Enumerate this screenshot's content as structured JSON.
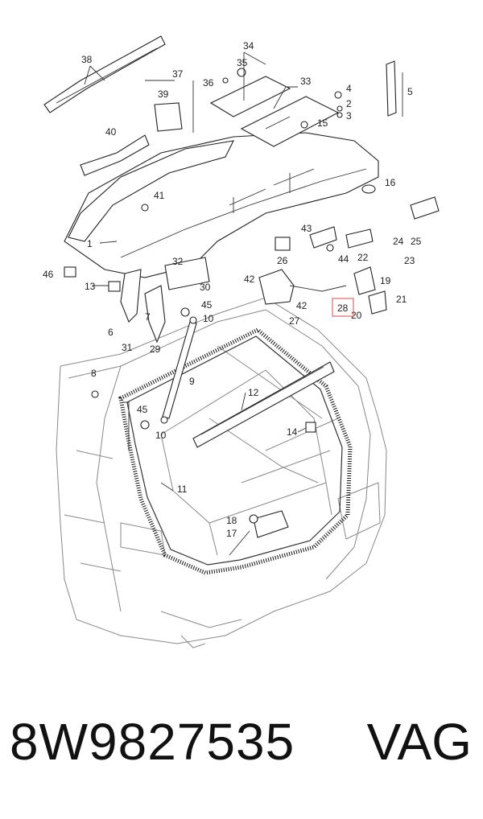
{
  "diagram": {
    "callouts": [
      "1",
      "2",
      "3",
      "4",
      "5",
      "6",
      "7",
      "8",
      "9",
      "10",
      "10",
      "11",
      "12",
      "13",
      "14",
      "15",
      "16",
      "17",
      "18",
      "19",
      "20",
      "21",
      "22",
      "23",
      "24",
      "25",
      "26",
      "27",
      "28",
      "29",
      "30",
      "31",
      "32",
      "33",
      "34",
      "35",
      "36",
      "37",
      "38",
      "39",
      "40",
      "41",
      "42",
      "42",
      "43",
      "44",
      "45",
      "45",
      "46"
    ],
    "highlighted_callout": "28",
    "highlight_color": "#e06666"
  },
  "footer": {
    "part_number": "8W9827535",
    "brand": "VAG"
  }
}
